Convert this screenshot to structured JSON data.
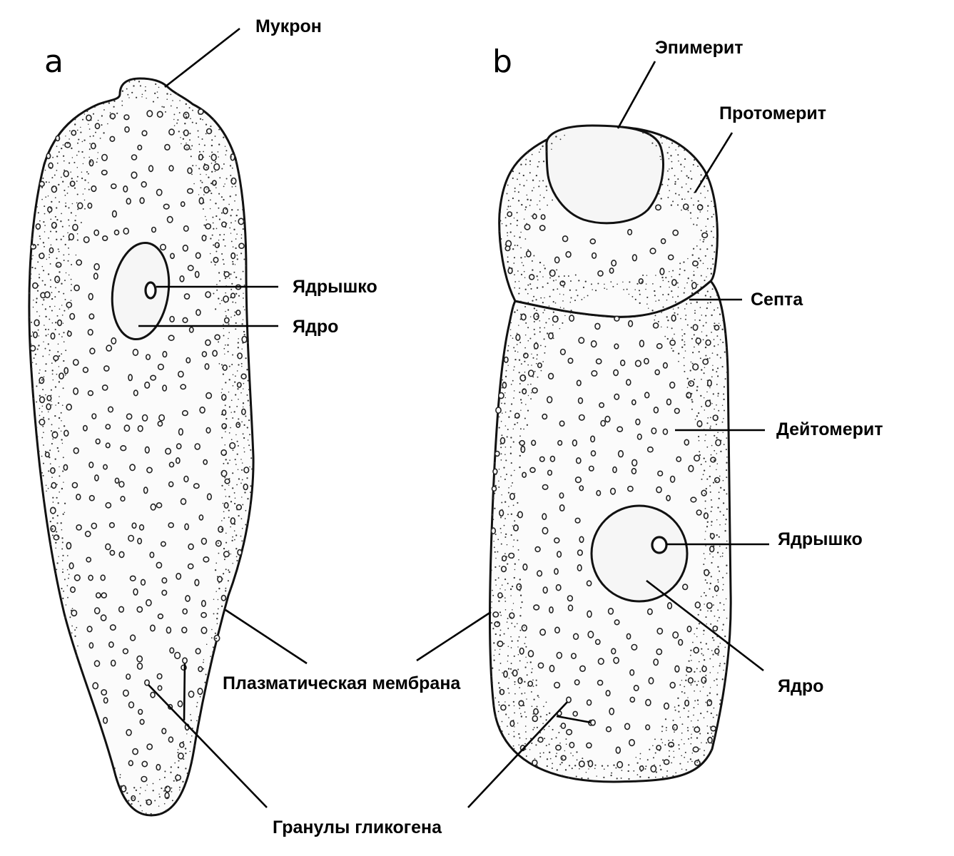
{
  "panels": {
    "a": {
      "letter": "a",
      "labels": {
        "mucron": "Мукрон",
        "nucleolus": "Ядрышко",
        "nucleus": "Ядро"
      }
    },
    "b": {
      "letter": "b",
      "labels": {
        "epimerite": "Эпимерит",
        "protomerite": "Протомерит",
        "septum": "Септа",
        "deutomerite": "Дейтомерит",
        "nucleolus": "Ядрышко",
        "nucleus": "Ядро"
      }
    }
  },
  "shared_labels": {
    "plasma_membrane": "Плазматическая мембрана",
    "glycogen_granules": "Гранулы гликогена"
  }
}
